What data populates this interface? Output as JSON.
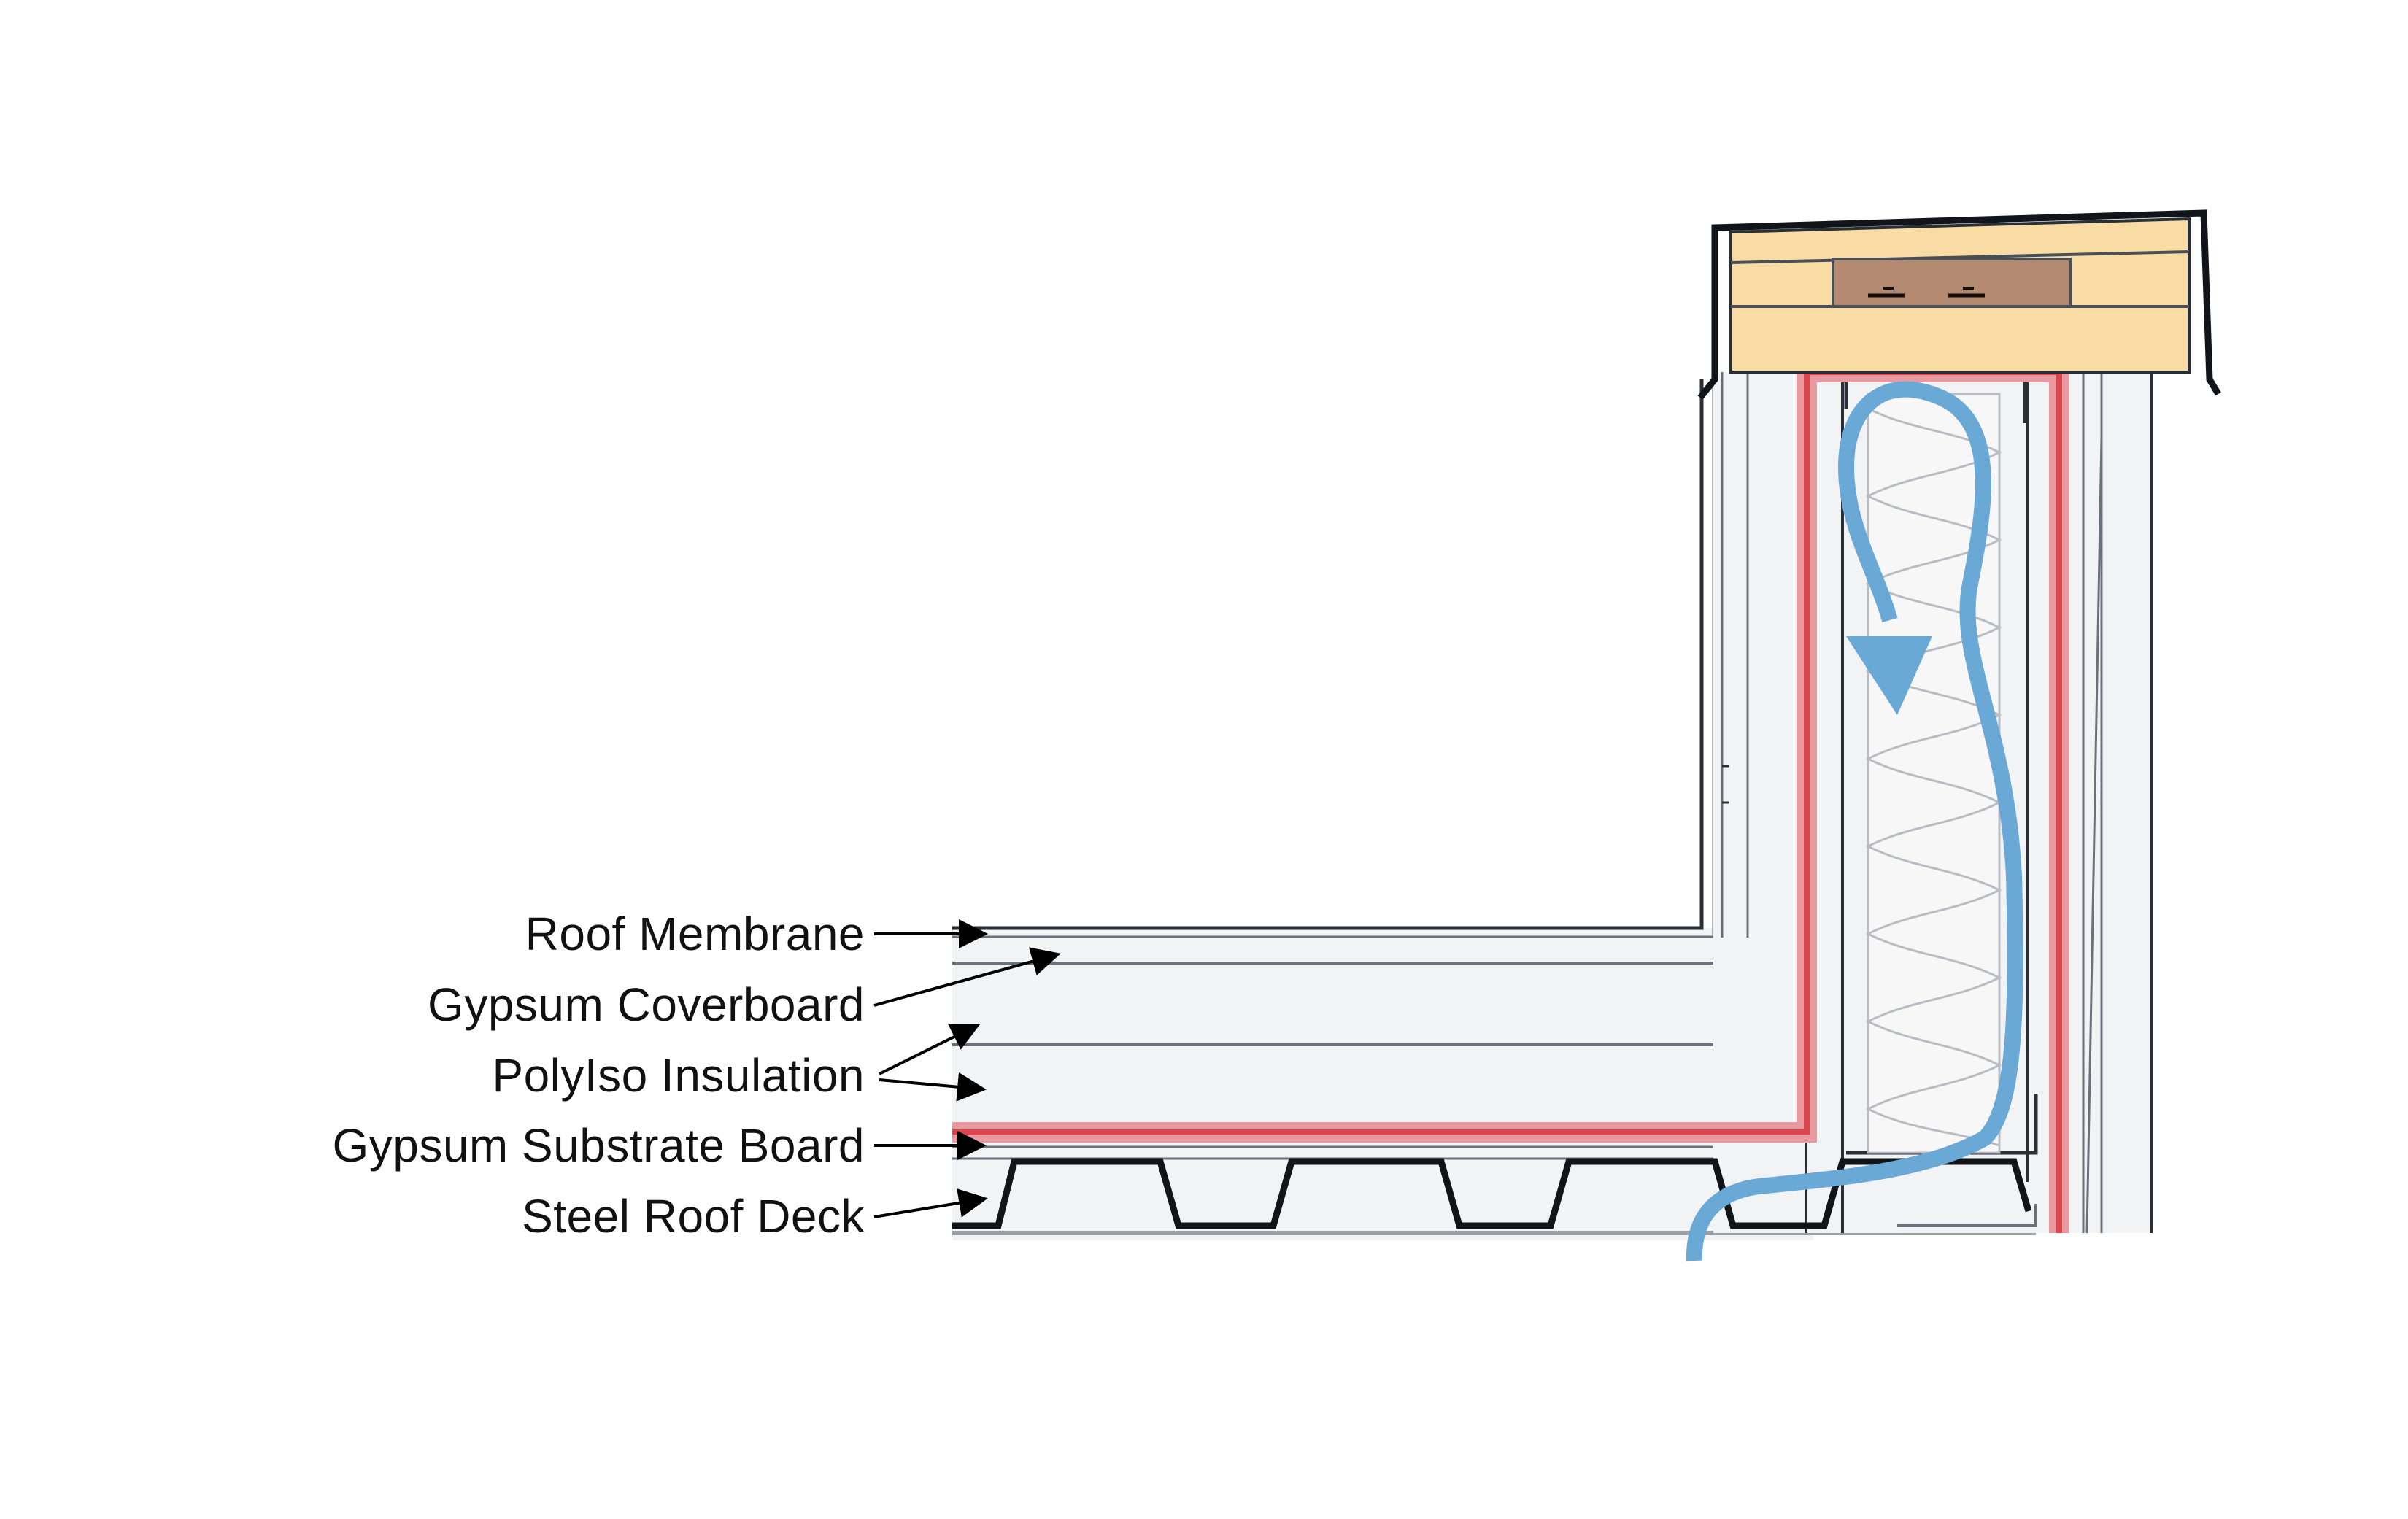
{
  "labels": {
    "roof_membrane": "Roof Membrane",
    "gypsum_coverboard": "Gypsum Coverboard",
    "polyiso_insulation": "PolyIso Insulation",
    "gypsum_substrate_board": "Gypsum Substrate Board",
    "steel_roof_deck": "Steel Roof Deck"
  },
  "colors": {
    "background": "#ffffff",
    "panel_fill": "#f2f3f5",
    "outline": "#2a2f36",
    "layer_line": "#6b717b",
    "air_barrier": "#d9464d",
    "air_barrier_halo": "#e89aa0",
    "airflow_arrow": "#6aa9d6",
    "wood_blocking": "#f8dca4",
    "wood_nailer": "#b38a70",
    "insulation_batt_line": "#b9bcc2",
    "deck_line": "#111418"
  },
  "icons": {
    "airflow": "airflow-arrow-icon",
    "pointer": "callout-arrow-icon"
  }
}
